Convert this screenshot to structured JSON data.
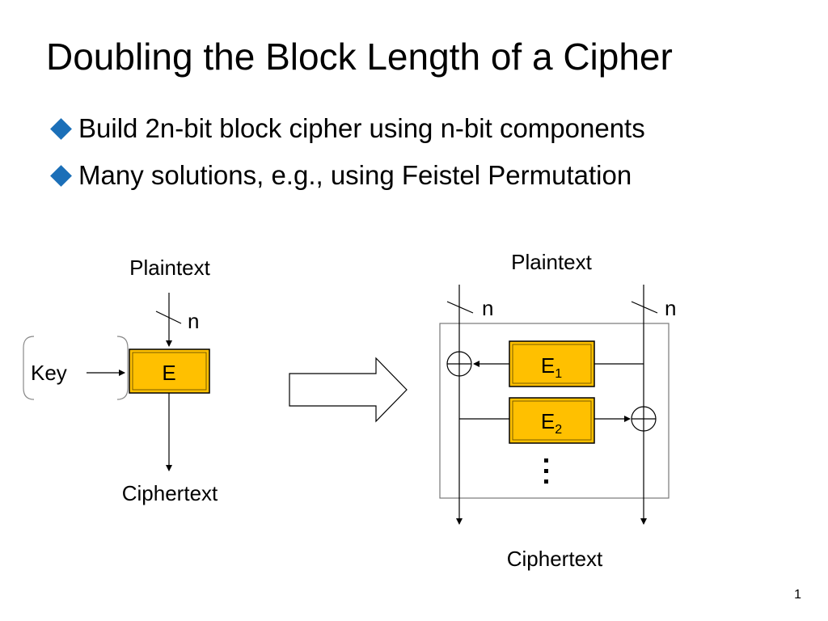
{
  "slide": {
    "title": "Doubling the Block Length of a Cipher",
    "bullets": [
      "Build 2n-bit block cipher using n-bit components",
      "Many solutions, e.g., using Feistel Permutation"
    ],
    "page_number": "1"
  },
  "colors": {
    "box_fill": "#ffc000",
    "bullet_accent": "#1b6fb8"
  },
  "left_diagram": {
    "input_label": "Plaintext",
    "width_label": "n",
    "key_label": "Key",
    "box_label": "E",
    "output_label": "Ciphertext"
  },
  "right_diagram": {
    "input_label": "Plaintext",
    "left_width_label": "n",
    "right_width_label": "n",
    "box1_label": "E",
    "box1_subscript": "1",
    "box2_label": "E",
    "box2_subscript": "2",
    "continuation": "⋮",
    "output_label": "Ciphertext"
  },
  "icons": {
    "bullet": "diamond-bullet-icon",
    "transform": "right-arrow-icon",
    "xor": "xor-icon"
  }
}
